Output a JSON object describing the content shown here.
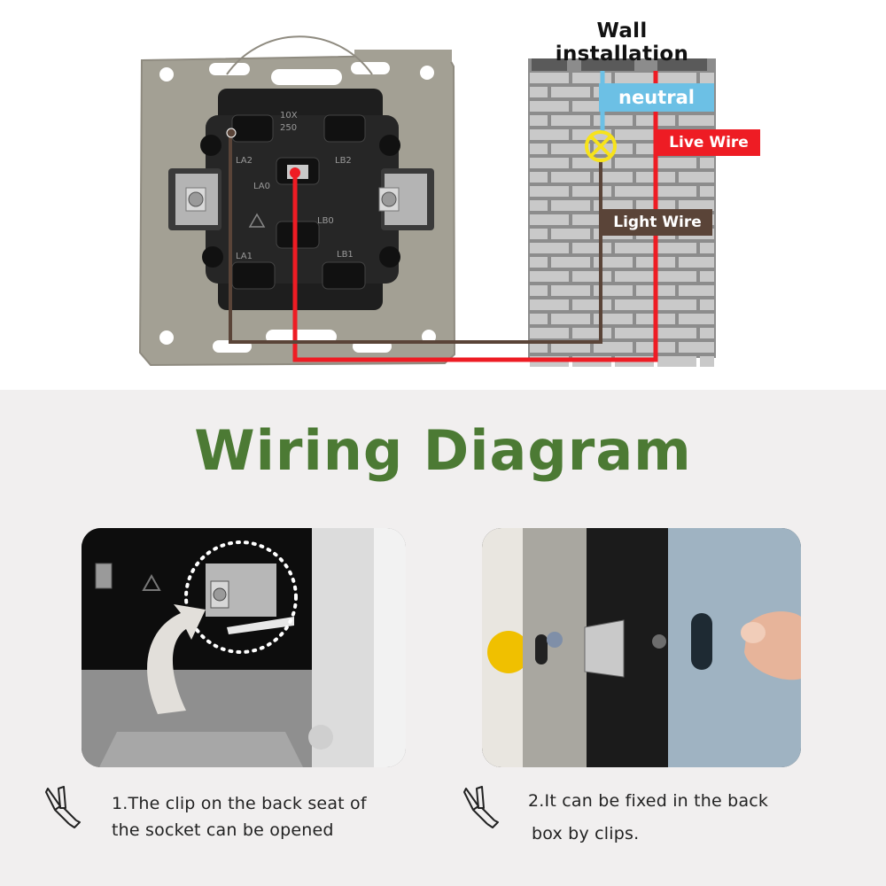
{
  "wall": {
    "title": "Wall installation",
    "labels": {
      "neutral": "neutral",
      "live": "Live Wire",
      "light": "Light Wire"
    }
  },
  "socket_markings": {
    "rating_amps": "10X",
    "rating_volts": "250",
    "terminals": [
      "LA2",
      "LA0",
      "LA1",
      "LB2",
      "LB0",
      "LB1"
    ]
  },
  "colors": {
    "neutral": "#6cc0e5",
    "live": "#ee1c24",
    "light": "#5a4438",
    "lamp": "#f7e31b",
    "title": "#4c7a34",
    "frame": "#a09c92"
  },
  "main_title": "Wiring Diagram",
  "steps": [
    {
      "line1": "1.The clip on the back seat of",
      "line2": "the socket can be opened",
      "icon": "crimper-icon"
    },
    {
      "line1": "2.It can be fixed in the back",
      "line2": "box by clips.",
      "icon": "crimper-icon"
    }
  ]
}
